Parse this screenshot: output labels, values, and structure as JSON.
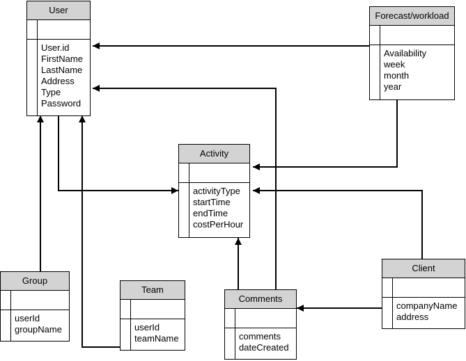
{
  "classes": {
    "user": {
      "name": "User",
      "attributes": [
        "User.id",
        "FirstName",
        "LastName",
        "Address",
        "Type",
        "Password"
      ]
    },
    "forecast": {
      "name": "Forecast/workload",
      "attributes": [
        "Availability",
        "week",
        "month",
        "year"
      ]
    },
    "activity": {
      "name": "Activity",
      "attributes": [
        "activityType",
        "startTime",
        "endTime",
        "costPerHour"
      ]
    },
    "group": {
      "name": "Group",
      "attributes": [
        "userId",
        "groupName"
      ]
    },
    "team": {
      "name": "Team",
      "attributes": [
        "userId",
        "teamName"
      ]
    },
    "comments": {
      "name": "Comments",
      "attributes": [
        "comments",
        "dateCreated"
      ]
    },
    "client": {
      "name": "Client",
      "attributes": [
        "companyName",
        "address"
      ]
    }
  },
  "colors": {
    "header": "#d3d3d3",
    "line": "#000000",
    "background": "#ffffff"
  }
}
